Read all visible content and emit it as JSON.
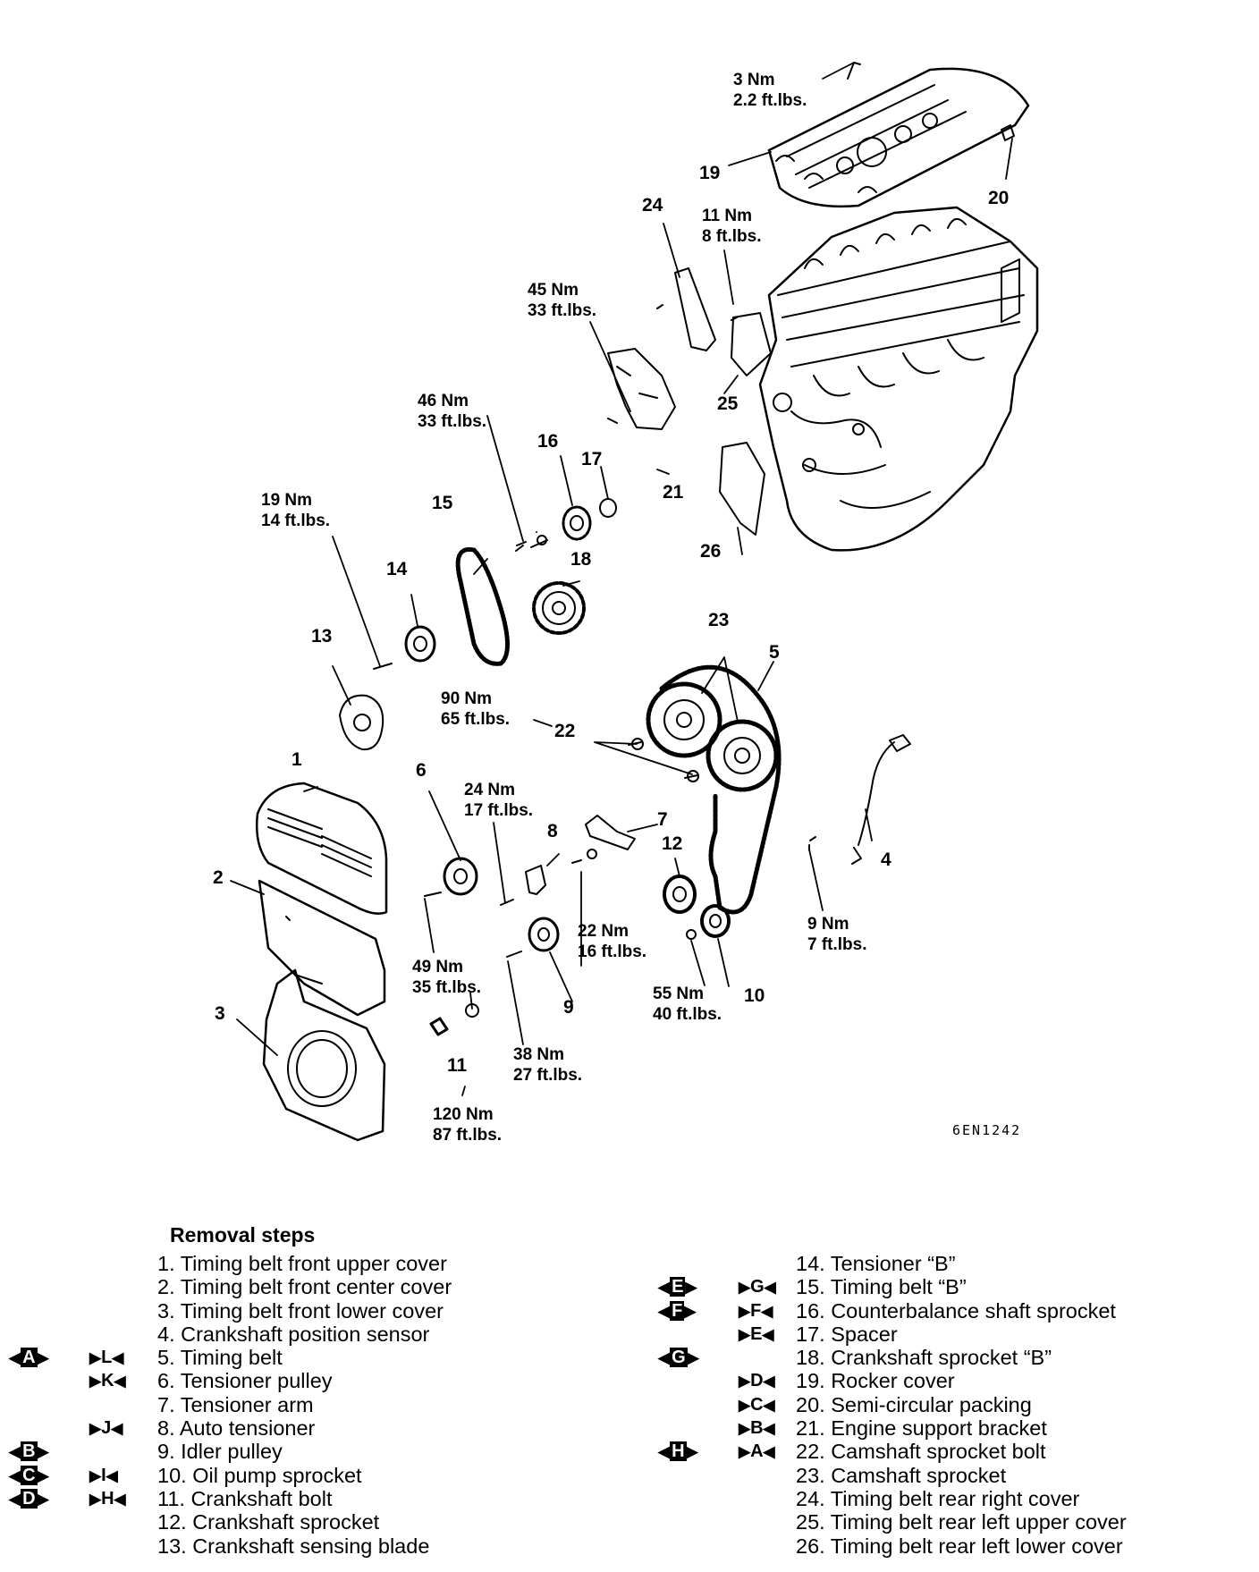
{
  "figure_code": "6EN1242",
  "parts": {
    "p1": "1",
    "p2": "2",
    "p3": "3",
    "p4": "4",
    "p5": "5",
    "p6": "6",
    "p7": "7",
    "p8": "8",
    "p9": "9",
    "p10": "10",
    "p11": "11",
    "p12": "12",
    "p13": "13",
    "p14": "14",
    "p15": "15",
    "p16": "16",
    "p17": "17",
    "p18": "18",
    "p19": "19",
    "p20": "20",
    "p21": "21",
    "p22": "22",
    "p23": "23",
    "p24": "24",
    "p25": "25",
    "p26": "26"
  },
  "torques": {
    "t3": {
      "nm": "3 Nm",
      "ft": "2.2 ft.lbs."
    },
    "t11": {
      "nm": "11 Nm",
      "ft": "8 ft.lbs."
    },
    "t45": {
      "nm": "45 Nm",
      "ft": "33 ft.lbs."
    },
    "t46": {
      "nm": "46 Nm",
      "ft": "33 ft.lbs."
    },
    "t19": {
      "nm": "19 Nm",
      "ft": "14 ft.lbs."
    },
    "t90": {
      "nm": "90 Nm",
      "ft": "65 ft.lbs."
    },
    "t24": {
      "nm": "24 Nm",
      "ft": "17 ft.lbs."
    },
    "t22": {
      "nm": "22 Nm",
      "ft": "16 ft.lbs."
    },
    "t9": {
      "nm": "9 Nm",
      "ft": "7 ft.lbs."
    },
    "t49": {
      "nm": "49 Nm",
      "ft": "35 ft.lbs."
    },
    "t55": {
      "nm": "55 Nm",
      "ft": "40 ft.lbs."
    },
    "t38": {
      "nm": "38 Nm",
      "ft": "27 ft.lbs."
    },
    "t120": {
      "nm": "120 Nm",
      "ft": "87 ft.lbs."
    }
  },
  "removal_steps": {
    "title": "Removal steps",
    "left": [
      {
        "text": "1. Timing belt front upper cover",
        "m1": "",
        "m2": ""
      },
      {
        "text": "2. Timing belt front center cover",
        "m1": "",
        "m2": ""
      },
      {
        "text": "3. Timing belt front lower cover",
        "m1": "",
        "m2": ""
      },
      {
        "text": "4. Crankshaft position sensor",
        "m1": "",
        "m2": ""
      },
      {
        "text": "5. Timing belt",
        "m1": "A",
        "m2": "L"
      },
      {
        "text": "6. Tensioner pulley",
        "m1": "",
        "m2": "K"
      },
      {
        "text": "7. Tensioner arm",
        "m1": "",
        "m2": ""
      },
      {
        "text": "8. Auto tensioner",
        "m1": "",
        "m2": "J"
      },
      {
        "text": "9. Idler pulley",
        "m1": "B",
        "m2": ""
      },
      {
        "text": "10. Oil pump sprocket",
        "m1": "C",
        "m2": "I"
      },
      {
        "text": "11. Crankshaft bolt",
        "m1": "D",
        "m2": "H"
      },
      {
        "text": "12. Crankshaft sprocket",
        "m1": "",
        "m2": ""
      },
      {
        "text": "13. Crankshaft sensing blade",
        "m1": "",
        "m2": ""
      }
    ],
    "right": [
      {
        "text": "14. Tensioner “B”",
        "m1": "",
        "m2": ""
      },
      {
        "text": "15. Timing belt “B”",
        "m1": "E",
        "m2": "G"
      },
      {
        "text": "16. Counterbalance shaft sprocket",
        "m1": "F",
        "m2": "F"
      },
      {
        "text": "17. Spacer",
        "m1": "",
        "m2": "E"
      },
      {
        "text": "18. Crankshaft sprocket “B”",
        "m1": "G",
        "m2": ""
      },
      {
        "text": "19. Rocker cover",
        "m1": "",
        "m2": "D"
      },
      {
        "text": "20. Semi-circular packing",
        "m1": "",
        "m2": "C"
      },
      {
        "text": "21. Engine support bracket",
        "m1": "",
        "m2": "B"
      },
      {
        "text": "22. Camshaft sprocket bolt",
        "m1": "H",
        "m2": "A"
      },
      {
        "text": "23. Camshaft sprocket",
        "m1": "",
        "m2": ""
      },
      {
        "text": "24. Timing belt rear right cover",
        "m1": "",
        "m2": ""
      },
      {
        "text": "25. Timing belt rear left upper cover",
        "m1": "",
        "m2": ""
      },
      {
        "text": "26. Timing belt rear left lower cover",
        "m1": "",
        "m2": ""
      }
    ]
  }
}
